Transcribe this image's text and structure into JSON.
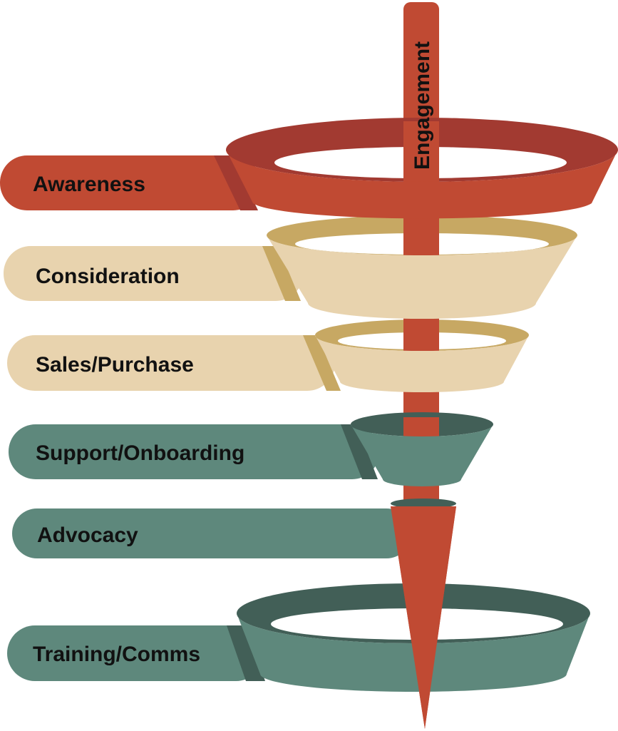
{
  "title": "Engagement",
  "stages": [
    {
      "label": "Awareness",
      "color": "#C04A33",
      "dark": "#A23A31"
    },
    {
      "label": "Consideration",
      "color": "#E8D3AE",
      "dark": "#C7A863"
    },
    {
      "label": "Sales/Purchase",
      "color": "#E8D3AE",
      "dark": "#C7A863"
    },
    {
      "label": "Support/Onboarding",
      "color": "#5E887C",
      "dark": "#425F57"
    },
    {
      "label": "Advocacy",
      "color": "#5E887C",
      "dark": "#425F57"
    },
    {
      "label": "Training/Comms",
      "color": "#5E887C",
      "dark": "#425F57"
    }
  ],
  "arrow_color": "#C04A33"
}
